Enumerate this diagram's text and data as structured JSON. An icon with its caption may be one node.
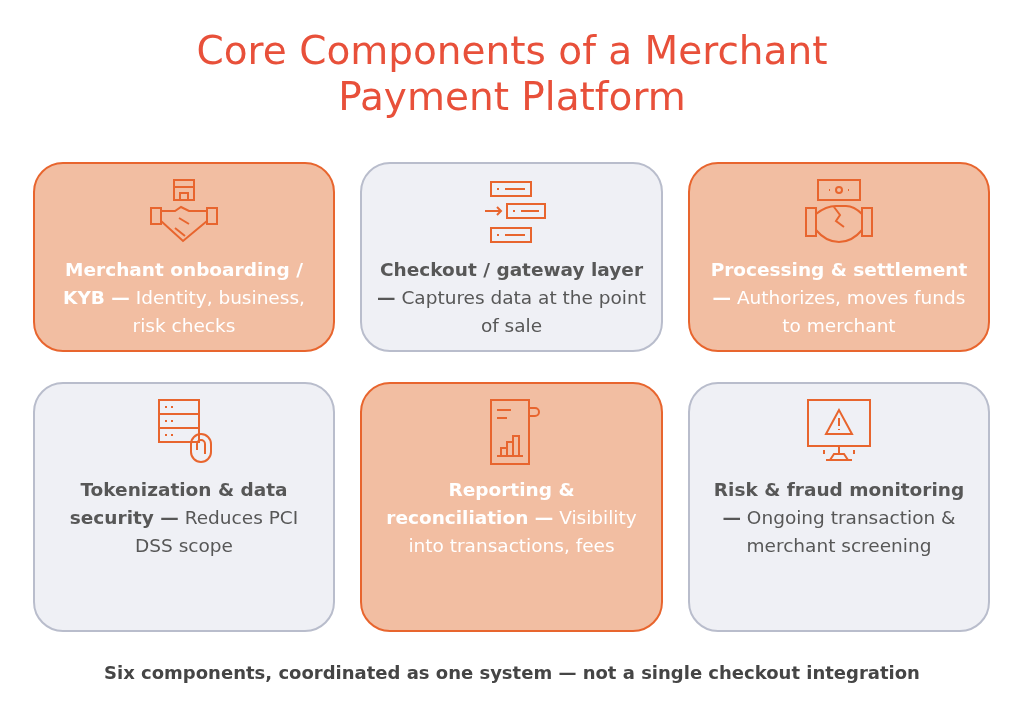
{
  "diagram": {
    "title": "Core Components of a Merchant Payment Platform",
    "caption": "Six components, coordinated as one system — not a single checkout integration",
    "nodes": [
      {
        "text": [
          "**Merchant onboarding / KYB —** Identity, business, risk checks"
        ]
      },
      {
        "text": [
          "**Checkout / gateway layer —** Captures data at the point of sale"
        ]
      },
      {
        "text": [
          "**Processing & settlement —** Authorizes, moves funds to merchant"
        ]
      },
      {
        "text": [
          "**Tokenization & data security —** Reduces PCI DSS scope"
        ]
      },
      {
        "text": [
          "**Reporting & reconciliation —** Visibility into transactions, fees"
        ]
      },
      {
        "text": [
          "**Risk & fraud monitoring —** Ongoing transaction & merchant screening"
        ]
      }
    ]
  }
}
